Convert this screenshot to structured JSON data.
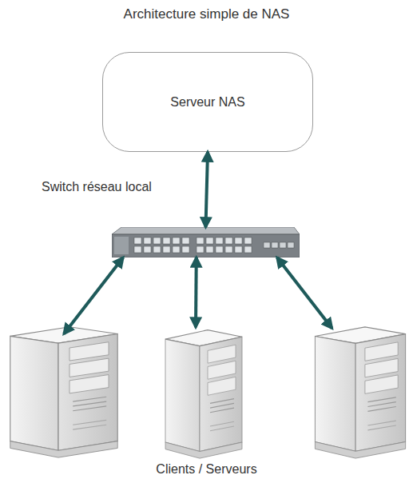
{
  "diagram": {
    "title": "Architecture simple de NAS",
    "nodes": [
      {
        "text": [
          "Serveur NAS"
        ]
      },
      {
        "text": [
          "Switch réseau local"
        ]
      },
      {
        "text": []
      },
      {
        "text": []
      },
      {
        "text": []
      }
    ],
    "edges": [
      {
        "from": 0,
        "to": 1,
        "arrow": "both"
      },
      {
        "from": 1,
        "to": 2,
        "arrow": "both"
      },
      {
        "from": 1,
        "to": 3,
        "arrow": "both"
      },
      {
        "from": 1,
        "to": 4,
        "arrow": "both"
      }
    ],
    "labels": [
      "Clients / Serveurs"
    ]
  }
}
